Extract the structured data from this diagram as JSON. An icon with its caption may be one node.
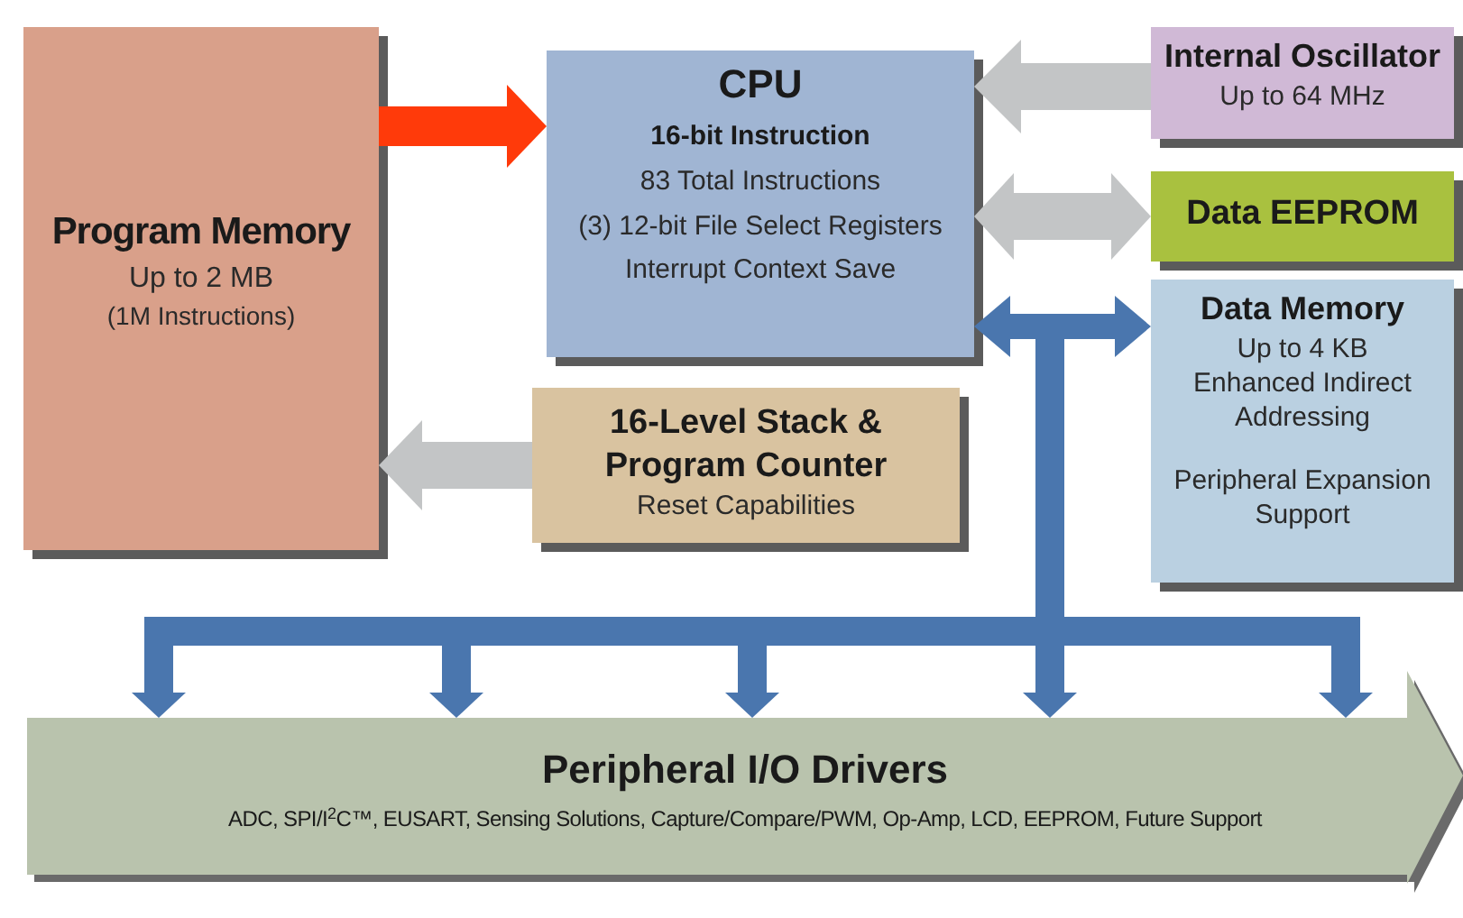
{
  "diagram": {
    "nodes": [
      {
        "text": [
          "Program Memory",
          "Up to 2 MB",
          "(1M Instructions)"
        ]
      },
      {
        "text": [
          "CPU",
          "16-bit Instruction",
          "83 Total Instructions",
          "(3) 12-bit File Select Registers",
          "Interrupt Context Save"
        ]
      },
      {
        "text": [
          "16-Level Stack & Program Counter",
          "Reset Capabilities"
        ]
      },
      {
        "text": [
          "Internal Oscillator",
          "Up to 64 MHz"
        ]
      },
      {
        "text": [
          "Data EEPROM"
        ]
      },
      {
        "text": [
          "Data Memory",
          "Up to 4 KB",
          "Enhanced Indirect Addressing",
          "Peripheral Expansion Support"
        ]
      },
      {
        "text": [
          "Peripheral I/O Drivers",
          "ADC, SPI/I$^{2}$C™, EUSART, Sensing Solutions, Capture/Compare/PWM, Op-Amp, LCD, EEPROM, Future Support"
        ]
      }
    ],
    "edges": [
      {
        "from": 0,
        "to": 1,
        "arrow": "to",
        "color": "#ff3a0a"
      },
      {
        "from": 3,
        "to": 1,
        "arrow": "to"
      },
      {
        "from": 1,
        "to": 4,
        "arrow": "both"
      },
      {
        "from": 2,
        "to": 0,
        "arrow": "to"
      },
      {
        "from": 1,
        "to": 5,
        "arrow": "both",
        "color": "#4a76ae"
      },
      {
        "from": 1,
        "to": 6,
        "arrow": "to",
        "color": "#4a76ae"
      }
    ]
  }
}
